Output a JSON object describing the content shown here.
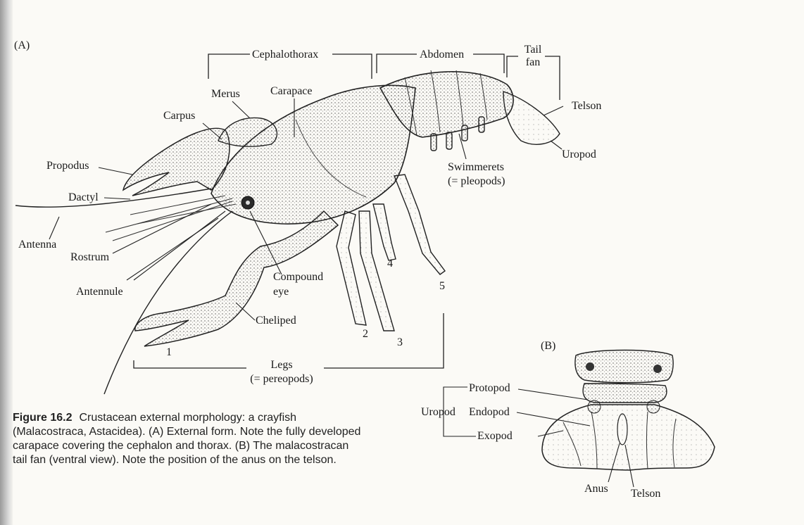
{
  "panel_a": "(A)",
  "panel_b": "(B)",
  "labels_a": {
    "cephalothorax": "Cephalothorax",
    "abdomen": "Abdomen",
    "tail_fan_1": "Tail",
    "tail_fan_2": "fan",
    "merus": "Merus",
    "carapace": "Carapace",
    "carpus": "Carpus",
    "telson": "Telson",
    "propodus": "Propodus",
    "uropod": "Uropod",
    "swimmerets_1": "Swimmerets",
    "swimmerets_2": "(= pleopods)",
    "dactyl": "Dactyl",
    "antenna": "Antenna",
    "rostrum": "Rostrum",
    "antennule": "Antennule",
    "compound_eye_1": "Compound",
    "compound_eye_2": "eye",
    "cheliped": "Cheliped",
    "legs_1": "Legs",
    "legs_2": "(= pereopods)",
    "leg_1": "1",
    "leg_2": "2",
    "leg_3": "3",
    "leg_4": "4",
    "leg_5": "5"
  },
  "labels_b": {
    "protopod": "Protopod",
    "uropod": "Uropod",
    "endopod": "Endopod",
    "exopod": "Exopod",
    "anus": "Anus",
    "telson": "Telson"
  },
  "caption": {
    "figure": "Figure 16.2",
    "text": "Crustacean external morphology: a crayfish (Malacostraca, Astacidea). (A) External form. Note the fully developed carapace covering the cephalon and thorax. (B) The malacostracan tail fan (ventral view). Note the position of the anus on the telson."
  },
  "colors": {
    "ink": "#1a1a1a",
    "shade": "#cfcac0",
    "paper": "#fbfaf6"
  }
}
